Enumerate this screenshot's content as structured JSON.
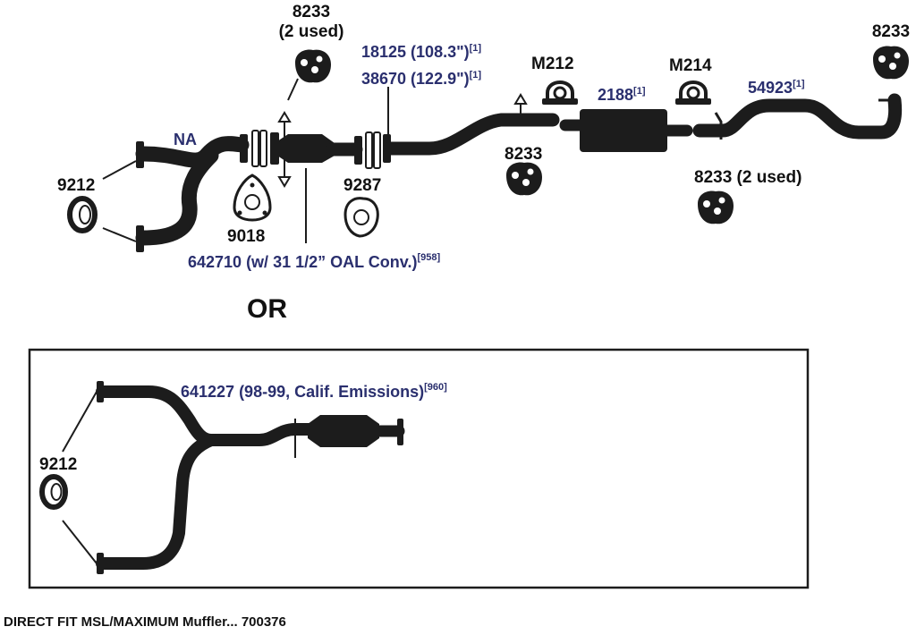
{
  "labels": {
    "hanger_top_num": "8233",
    "hanger_top_note": "(2 used)",
    "pipe_a": "18125 (108.3\")",
    "pipe_a_ref": "[1]",
    "pipe_b": "38670 (122.9\")",
    "pipe_b_ref": "[1]",
    "clamp_left": "M212",
    "clamp_right": "M214",
    "muffler": "2188",
    "muffler_ref": "[1]",
    "tailpipe": "54923",
    "tailpipe_ref": "[1]",
    "hanger_right": "8233",
    "na": "NA",
    "gasket_left": "9212",
    "gasket_flange": "9018",
    "gasket_mid": "9287",
    "hanger_mid": "8233",
    "hanger_lower": "8233 (2 used)",
    "converter": "642710 (w/ 31 1/2” OAL Conv.)",
    "converter_ref": "[958]",
    "or": "OR",
    "alt_assembly": "641227 (98-99, Calif. Emissions)",
    "alt_assembly_ref": "[960]",
    "alt_gasket": "9212",
    "footer": "DIRECT FIT MSL/MAXIMUM Muffler... 700376"
  },
  "colors": {
    "ink": "#1c1c1c",
    "label_blue": "#2a2f6e",
    "background": "#ffffff"
  }
}
